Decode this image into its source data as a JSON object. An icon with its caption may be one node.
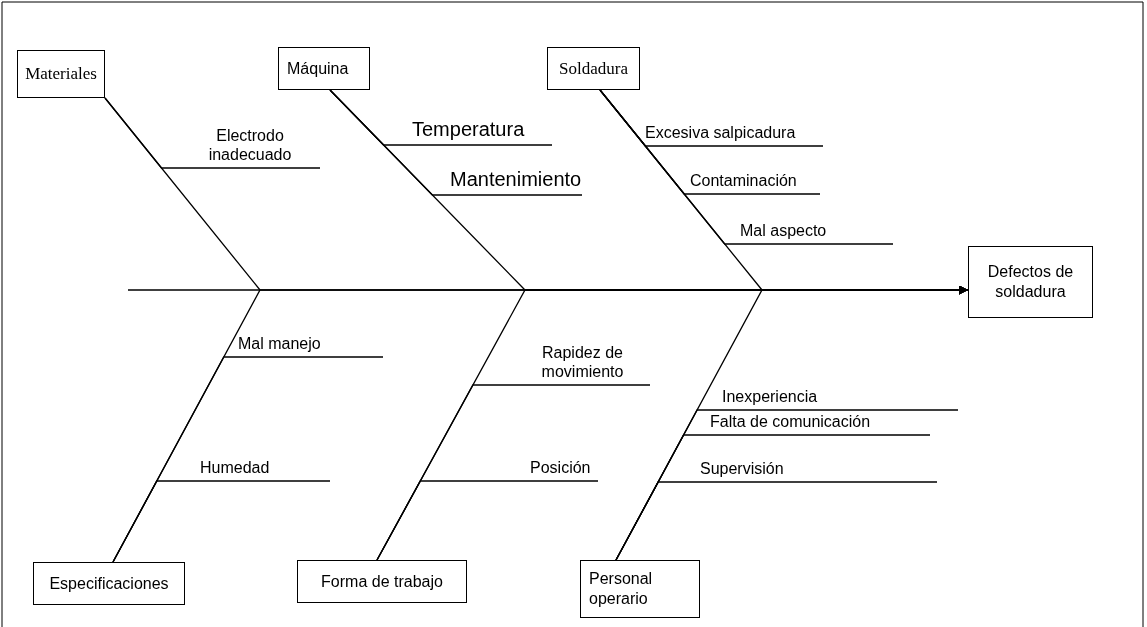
{
  "diagram": {
    "nodes": [
      {
        "text": [
          "Materiales"
        ]
      },
      {
        "text": [
          "Máquina"
        ]
      },
      {
        "text": [
          "Soldadura"
        ]
      },
      {
        "text": [
          "Electrodo inadecuado"
        ]
      },
      {
        "text": [
          "Temperatura"
        ]
      },
      {
        "text": [
          "Excesiva salpicadura"
        ]
      },
      {
        "text": [
          "Mantenimiento"
        ]
      },
      {
        "text": [
          "Contaminación"
        ]
      },
      {
        "text": [
          "Mal aspecto"
        ]
      },
      {
        "text": [
          "Defectos de soldadura"
        ]
      },
      {
        "text": [
          "Rapidez de movimiento"
        ]
      },
      {
        "text": [
          "Mal manejo"
        ]
      },
      {
        "text": [
          "Inexperiencia"
        ]
      },
      {
        "text": [
          "Falta de comunicación"
        ]
      },
      {
        "text": [
          "Humedad"
        ]
      },
      {
        "text": [
          "Posición"
        ]
      },
      {
        "text": [
          "Supervisión"
        ]
      },
      {
        "text": [
          "Especificaciones"
        ]
      },
      {
        "text": [
          "Forma de trabajo"
        ]
      },
      {
        "text": [
          "Personal operario"
        ]
      }
    ],
    "edges": [
      {
        "from": 0,
        "to": 9,
        "arrow": "to"
      },
      {
        "from": 1,
        "to": 9,
        "arrow": "to"
      },
      {
        "from": 2,
        "to": 9,
        "arrow": "to"
      },
      {
        "from": 17,
        "to": 9,
        "arrow": "to"
      },
      {
        "from": 18,
        "to": 9,
        "arrow": "to"
      },
      {
        "from": 19,
        "to": 9,
        "arrow": "to"
      },
      {
        "from": 3,
        "to": 0,
        "arrow": "none"
      },
      {
        "from": 4,
        "to": 1,
        "arrow": "none"
      },
      {
        "from": 6,
        "to": 1,
        "arrow": "none"
      },
      {
        "from": 5,
        "to": 2,
        "arrow": "none"
      },
      {
        "from": 7,
        "to": 2,
        "arrow": "none"
      },
      {
        "from": 8,
        "to": 2,
        "arrow": "none"
      },
      {
        "from": 11,
        "to": 17,
        "arrow": "none"
      },
      {
        "from": 14,
        "to": 17,
        "arrow": "none"
      },
      {
        "from": 10,
        "to": 18,
        "arrow": "none"
      },
      {
        "from": 15,
        "to": 18,
        "arrow": "none"
      },
      {
        "from": 12,
        "to": 19,
        "arrow": "none"
      },
      {
        "from": 13,
        "to": 19,
        "arrow": "none"
      },
      {
        "from": 16,
        "to": 19,
        "arrow": "none"
      }
    ]
  }
}
